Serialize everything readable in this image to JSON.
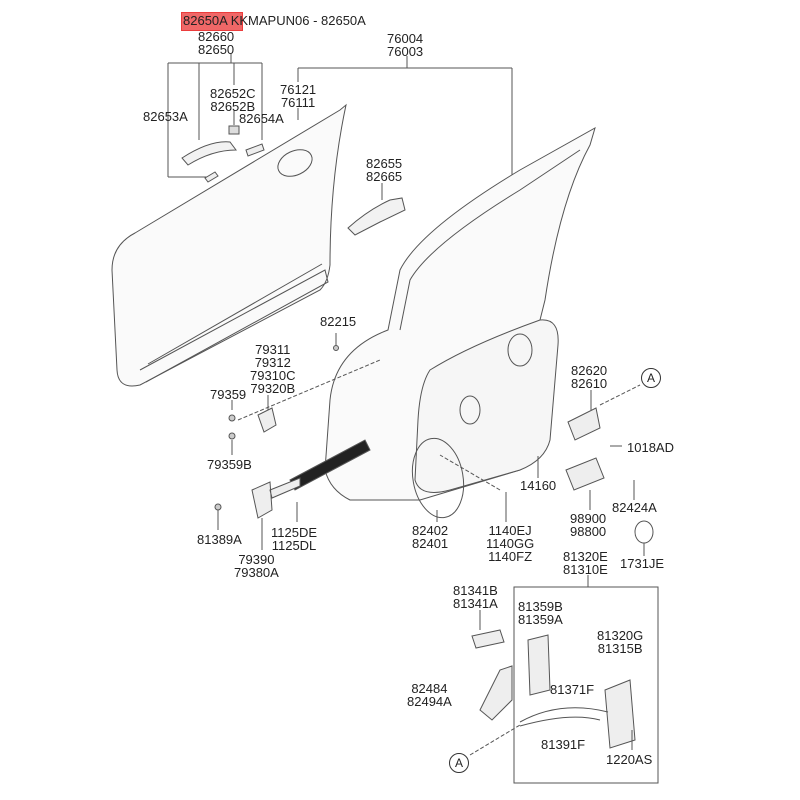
{
  "header": {
    "highlighted_part": "82650A",
    "title_text": "82650A KKMAPUN06 - 82650A",
    "highlight_color": "#eb3c3c"
  },
  "callouts": {
    "handle_assy": [
      "82660",
      "82650"
    ],
    "handle_sub_left": [
      "82653A"
    ],
    "handle_key_cyl": [
      "82652C",
      "82652B"
    ],
    "handle_cover": [
      "82654A"
    ],
    "door_panel": [
      "76004",
      "76003"
    ],
    "outer_panel": [
      "76121",
      "76111"
    ],
    "handle_bracket": [
      "82655",
      "82665"
    ],
    "bolt_82215": [
      "82215"
    ],
    "hinge": [
      "79311",
      "79312",
      "79310C",
      "79320B"
    ],
    "hinge_bolt_a": [
      "79359"
    ],
    "hinge_bolt_b": [
      "79359B"
    ],
    "checker_bolt": [
      "81389A"
    ],
    "checker": [
      "79390",
      "79380A"
    ],
    "checker_screw": [
      "1125DE",
      "1125DL"
    ],
    "module_panel": [
      "82402",
      "82401"
    ],
    "module_screws": [
      "1140EJ",
      "1140GG",
      "1140FZ"
    ],
    "grommet_14160": [
      "14160"
    ],
    "inside_handle": [
      "82620",
      "82610"
    ],
    "screw_1018AD": [
      "1018AD"
    ],
    "regulator_motor": [
      "98900",
      "98800"
    ],
    "screw_82424A": [
      "82424A"
    ],
    "plug_1731JE": [
      "1731JE"
    ],
    "latch_assy": [
      "81320E",
      "81310E"
    ],
    "lock_link": [
      "81341B",
      "81341A"
    ],
    "cover_82484": [
      "82484",
      "82494A"
    ],
    "latch_cover": [
      "81359B",
      "81359A"
    ],
    "latch": [
      "81320G",
      "81315B"
    ],
    "cable_81371F": [
      "81371F"
    ],
    "cable_81391F": [
      "81391F"
    ],
    "screw_1220AS": [
      "1220AS"
    ]
  },
  "reference_markers": {
    "upper": "A",
    "lower": "A"
  },
  "colors": {
    "line": "#444444",
    "part_fill": "#f4f4f4",
    "text": "#222222"
  }
}
